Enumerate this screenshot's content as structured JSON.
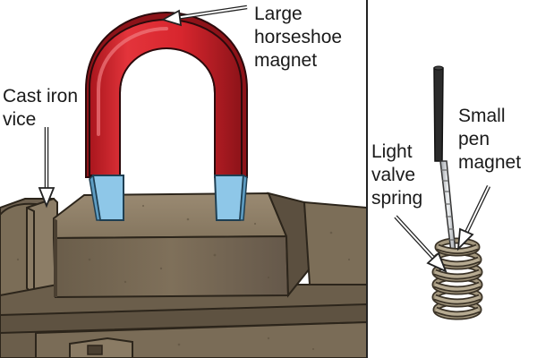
{
  "labels": {
    "horseshoe_magnet": "Large\nhorseshoe\nmagnet",
    "cast_iron_vice": "Cast iron\nvice",
    "small_pen_magnet": "Small\npen\nmagnet",
    "light_valve_spring": "Light\nvalve\nspring"
  },
  "colors": {
    "vice_body": "#8a7a63",
    "vice_dark": "#5e5241",
    "vice_shadow": "#4a3f31",
    "magnet_red": "#d8262e",
    "magnet_red_dark": "#8d1319",
    "pole_blue": "#8ec7e8",
    "pen_dark": "#2b2b2b",
    "pen_silver": "#c9ccd0",
    "spring_metal": "#9a8f78"
  }
}
